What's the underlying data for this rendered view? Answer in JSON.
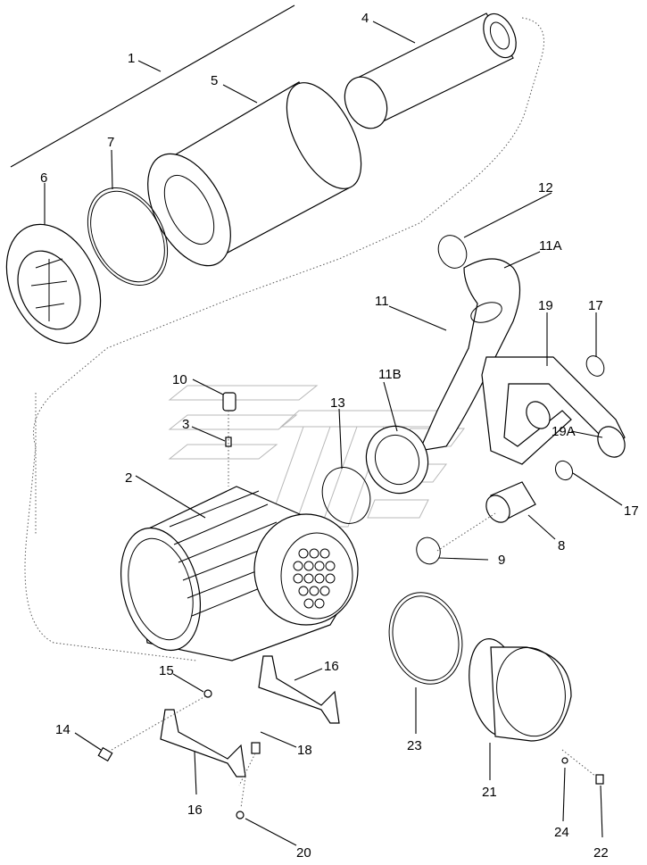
{
  "diagram": {
    "callouts": {
      "c1": "1",
      "c2": "2",
      "c3": "3",
      "c4": "4",
      "c5": "5",
      "c6": "6",
      "c7": "7",
      "c8": "8",
      "c9": "9",
      "c10": "10",
      "c11": "11",
      "c11a": "11A",
      "c11b": "11B",
      "c12": "12",
      "c13": "13",
      "c14": "14",
      "c15": "15",
      "c16a": "16",
      "c16b": "16",
      "c17a": "17",
      "c17b": "17",
      "c18": "18",
      "c19": "19",
      "c19a": "19A",
      "c20": "20",
      "c21": "21",
      "c22": "22",
      "c23": "23",
      "c24": "24"
    }
  }
}
